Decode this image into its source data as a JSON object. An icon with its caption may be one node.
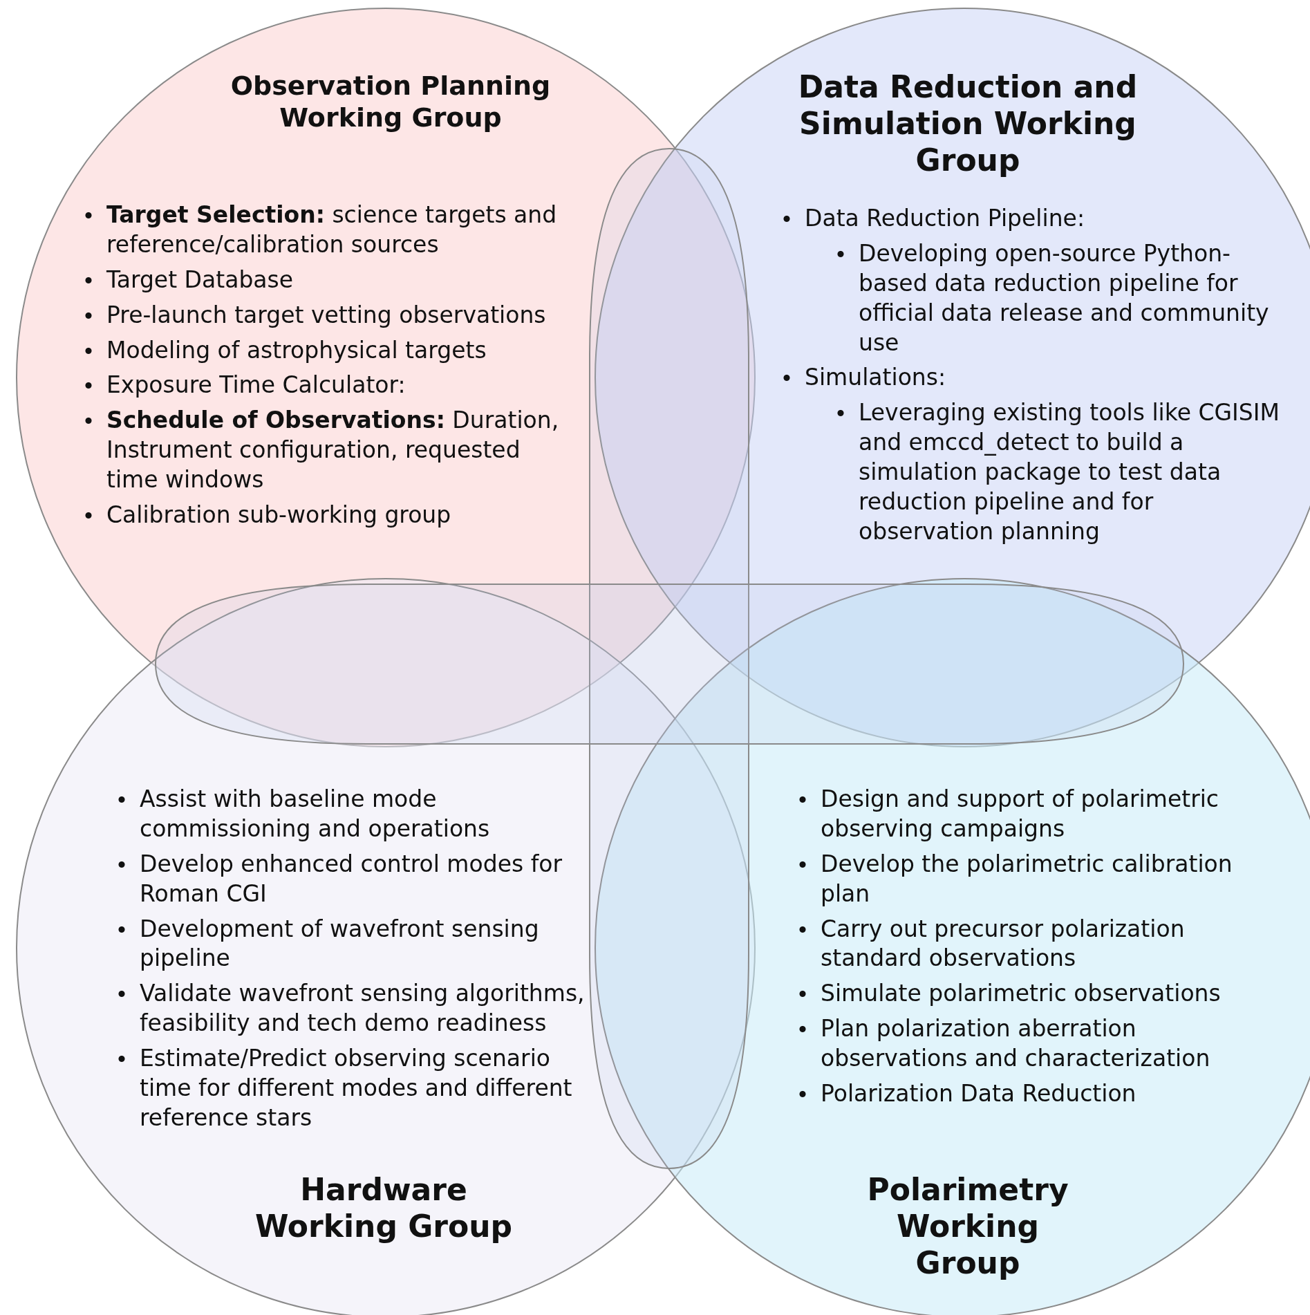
{
  "diagram": {
    "nodes": [
      {
        "text": [
          "Observation Planning Working Group",
          "**Target Selection:** science targets and reference/calibration sources",
          "Target Database",
          "Pre-launch target vetting observations",
          "Modeling of astrophysical targets",
          "Exposure Time Calculator:",
          "**Schedule of Observations:** Duration, Instrument configuration, requested time windows",
          "Calibration sub-working group"
        ]
      },
      {
        "text": [
          "Data Reduction and Simulation Working Group",
          "Data Reduction Pipeline:",
          "Developing open-source Python-based data reduction pipeline for official data release and community use",
          "Simulations:",
          "Leveraging existing tools like CGISIM and emccd_detect to build a simulation package to test data reduction pipeline and for observation planning"
        ]
      },
      {
        "text": [
          "Assist with baseline mode commissioning and operations",
          "Develop enhanced control modes for Roman CGI",
          "Development of wavefront sensing pipeline",
          "Validate wavefront sensing algorithms, feasibility and tech demo readiness",
          "Estimate/Predict observing scenario time for different modes and different reference stars",
          "Hardware Working Group"
        ]
      },
      {
        "text": [
          "Design and support of polarimetric observing campaigns",
          "Develop the polarimetric calibration plan",
          "Carry out precursor polarization standard observations",
          "Simulate polarimetric observations",
          "Plan polarization aberration observations and characterization",
          "Polarization Data Reduction",
          "Polarimetry Working Group"
        ]
      },
      {
        "text": [],
        "shape": "band"
      },
      {
        "text": [],
        "shape": "band"
      }
    ]
  }
}
